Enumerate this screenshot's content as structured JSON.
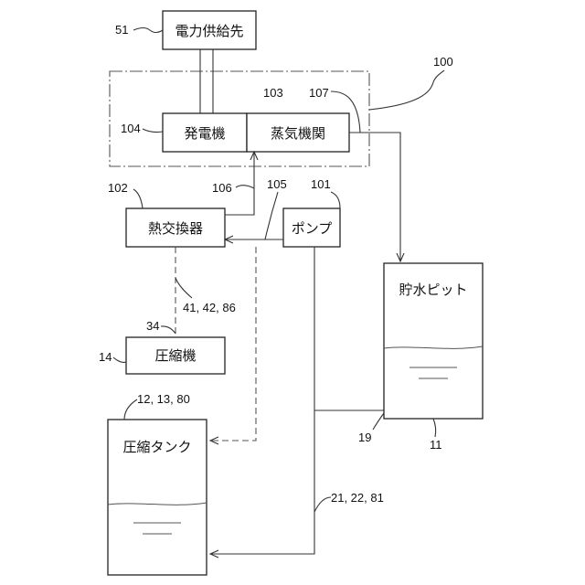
{
  "components": {
    "power_dest": "電力供給先",
    "generator": "発電機",
    "steam_engine": "蒸気機関",
    "heat_exchanger": "熱交換器",
    "pump": "ポンプ",
    "water_pit": "貯水ピット",
    "compressor": "圧縮機",
    "tank": "圧縮タンク"
  },
  "refs": {
    "r51": "51",
    "r100": "100",
    "r103": "103",
    "r107": "107",
    "r104": "104",
    "r102": "102",
    "r106": "106",
    "r105": "105",
    "r101": "101",
    "r41": "41, 42, 86",
    "r34": "34",
    "r14": "14",
    "r12": "12, 13, 80",
    "r19": "19",
    "r11": "11",
    "r21": "21, 22, 81"
  }
}
